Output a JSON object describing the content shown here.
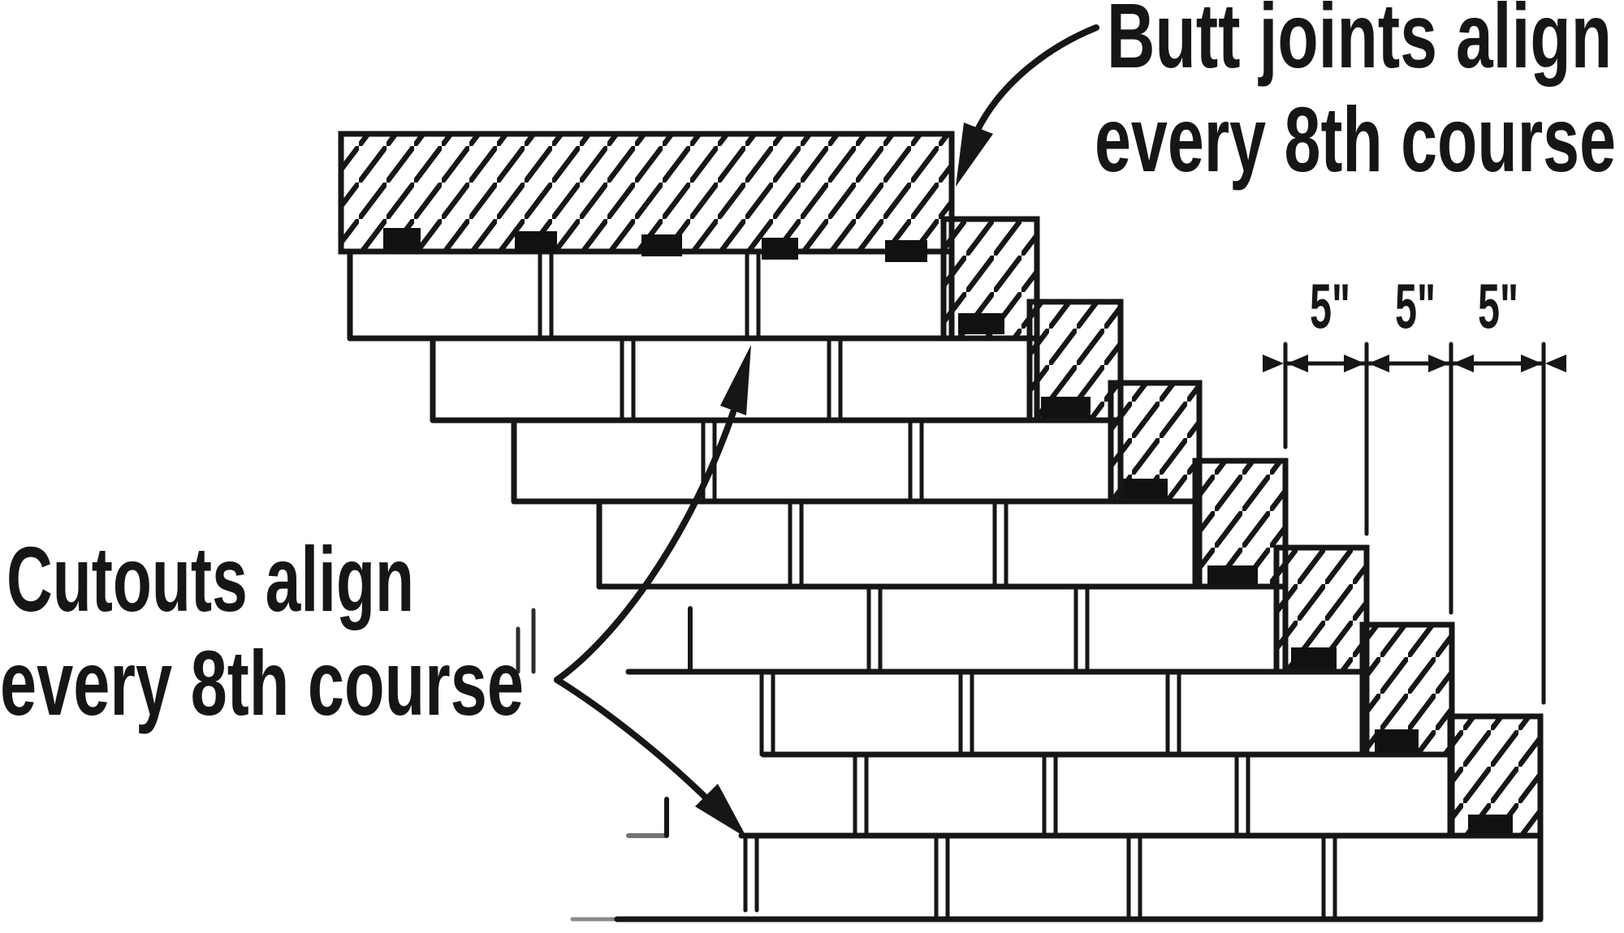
{
  "figure": {
    "subject": "Asphalt three-tab shingle stair-step installation diagram",
    "ink_color": "#161616",
    "background_color": "#ffffff",
    "courses_shown": 8,
    "annotations": {
      "butt_joints_line1": "Butt joints align",
      "butt_joints_line2": "every 8th course",
      "cutouts_line1": "Cutouts align",
      "cutouts_line2": "every 8th course"
    },
    "dimensions": {
      "labels": [
        "5\"",
        "5\"",
        "5\""
      ],
      "course_offset": "5\""
    }
  }
}
